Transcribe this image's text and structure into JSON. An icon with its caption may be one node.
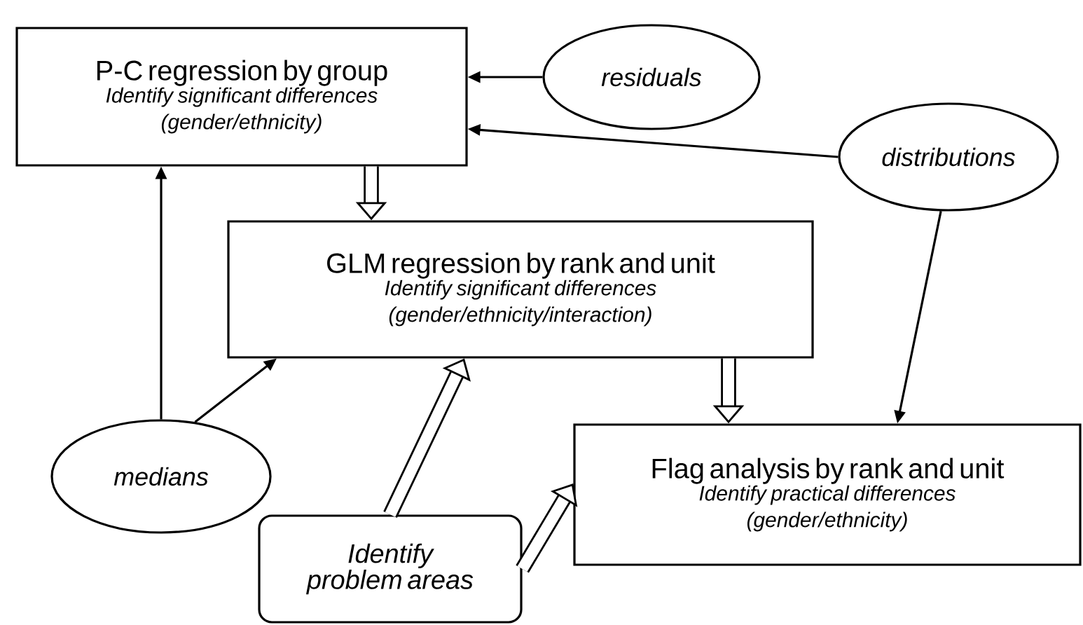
{
  "diagram": {
    "nodes": [
      {
        "text": [
          "P-C regression by group",
          "Identify significant differences (gender/ethnicity)"
        ]
      },
      {
        "text": [
          "residuals"
        ]
      },
      {
        "text": [
          "distributions"
        ]
      },
      {
        "text": [
          "GLM regression by rank and unit",
          "Identify significant differences (gender/ethnicity/interaction)"
        ]
      },
      {
        "text": [
          "medians"
        ]
      },
      {
        "text": [
          "Flag analysis by rank and unit",
          "Identify practical differences (gender/ethnicity)"
        ]
      },
      {
        "text": [
          "Identify problem areas"
        ]
      }
    ],
    "edges": [
      {
        "from": 1,
        "to": 0,
        "arrow": "to"
      },
      {
        "from": 2,
        "to": 0,
        "arrow": "to"
      },
      {
        "from": 2,
        "to": 5,
        "arrow": "to"
      },
      {
        "from": 0,
        "to": 3,
        "arrow": "to",
        "style": "thick"
      },
      {
        "from": 4,
        "to": 0,
        "arrow": "to"
      },
      {
        "from": 4,
        "to": 3,
        "arrow": "to"
      },
      {
        "from": 6,
        "to": 3,
        "arrow": "to",
        "style": "thick"
      },
      {
        "from": 3,
        "to": 5,
        "arrow": "to",
        "style": "thick"
      },
      {
        "from": 6,
        "to": 5,
        "arrow": "to",
        "style": "thick"
      }
    ]
  }
}
